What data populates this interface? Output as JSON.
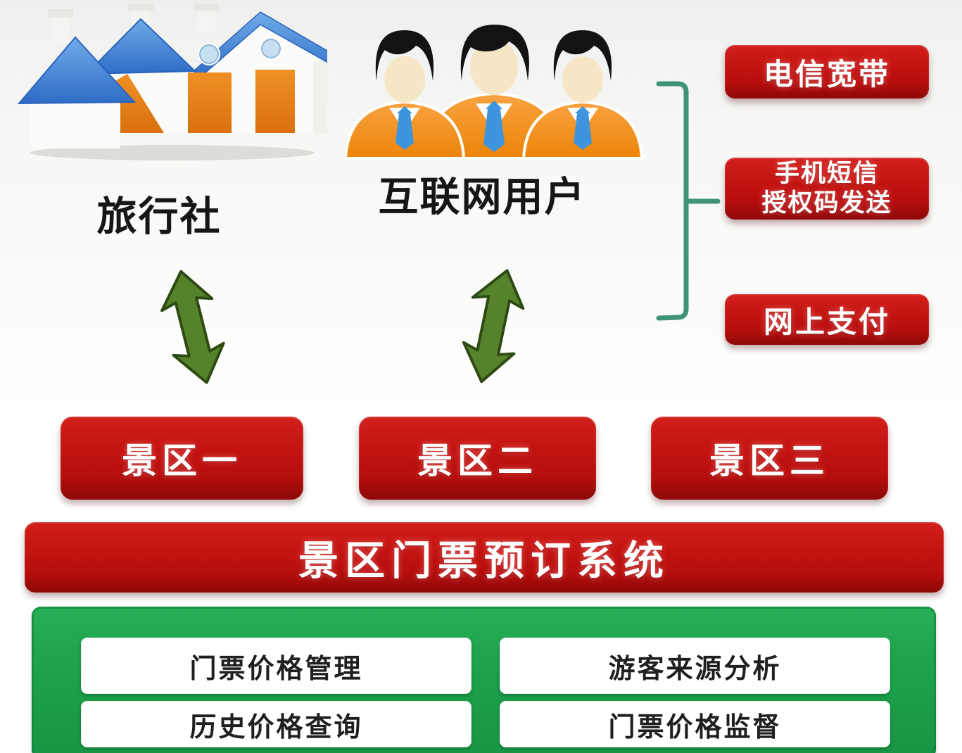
{
  "actors": {
    "travel_agency": {
      "label": "旅行社"
    },
    "internet_users": {
      "label": "互联网用户"
    }
  },
  "support_services": [
    {
      "label": "电信宽带"
    },
    {
      "label": "手机短信\n授权码发送"
    },
    {
      "label": "网上支付"
    }
  ],
  "scenic_areas": [
    {
      "label": "景区一"
    },
    {
      "label": "景区二"
    },
    {
      "label": "景区三"
    }
  ],
  "booking_system": {
    "label": "景区门票预订系统"
  },
  "management_modules": [
    {
      "label": "门票价格管理"
    },
    {
      "label": "游客来源分析"
    },
    {
      "label": "历史价格查询"
    },
    {
      "label": "门票价格监督"
    }
  ],
  "icons": {
    "travel_agency_icon": "houses-icon",
    "internet_users_icon": "users-icon",
    "link_icon": "double-arrow-icon",
    "services_group_icon": "bracket-icon"
  },
  "colors": {
    "box_red": "#c31411",
    "panel_green": "#1da04b",
    "arrow_green": "#55822b",
    "bracket_teal": "#3f9477",
    "roof_blue": "#3c78d0",
    "suit_orange": "#f28c14",
    "door_orange": "#e07a12"
  }
}
